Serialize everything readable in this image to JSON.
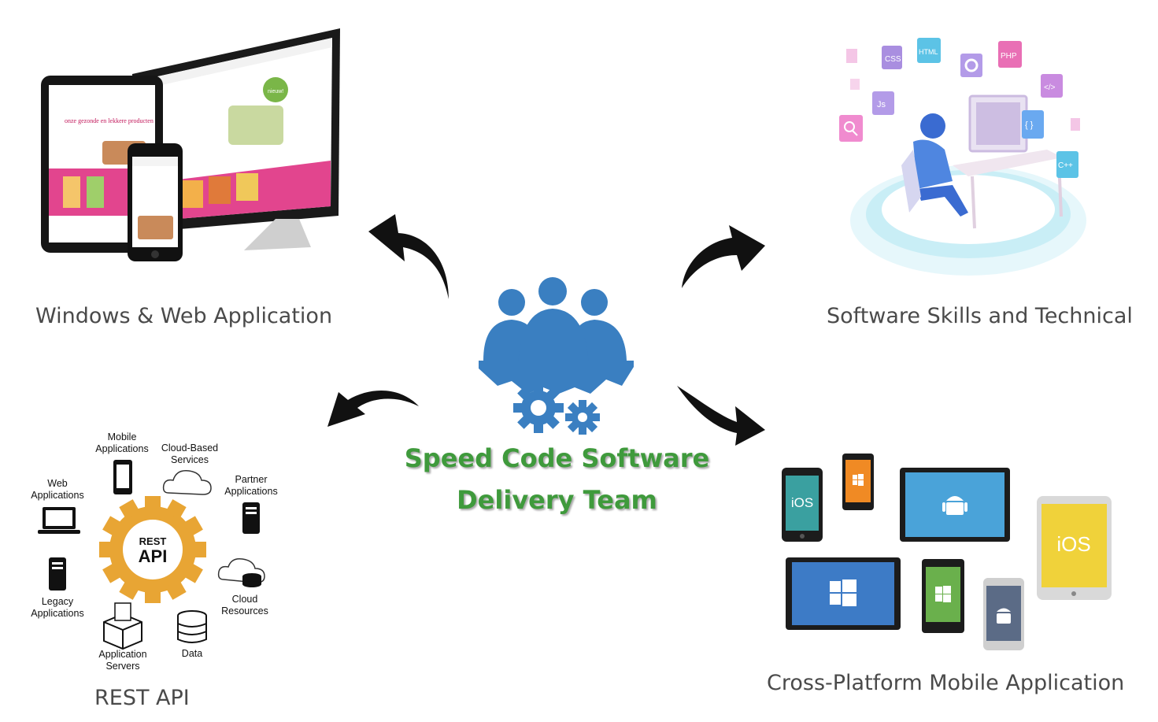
{
  "center": {
    "title_line1": "Speed Code Software",
    "title_line2": "Delivery Team"
  },
  "captions": {
    "top_left": "Windows & Web Application",
    "top_right": "Software Skills and Technical",
    "bottom_left": "REST API",
    "bottom_right": "Cross-Platform Mobile Application"
  },
  "web_app_illustration": {
    "heading": "onze gezonde en lekkere producten",
    "badge": "nieuw!"
  },
  "developer_illustration": {
    "tech_tags": [
      "CSS",
      "HTML",
      "PHP",
      "Js",
      "</>",
      "{ }",
      "C++"
    ]
  },
  "rest_api": {
    "hub_line1": "REST",
    "hub_line2": "API",
    "nodes": {
      "mobile": [
        "Mobile",
        "Applications"
      ],
      "cloud_based": [
        "Cloud-Based",
        "Services"
      ],
      "web": [
        "Web",
        "Applications"
      ],
      "partner": [
        "Partner",
        "Applications"
      ],
      "legacy": [
        "Legacy",
        "Applications"
      ],
      "cloud": [
        "Cloud",
        "Resources"
      ],
      "app_servers": [
        "Application",
        "Servers"
      ],
      "data": [
        "Data"
      ]
    }
  },
  "mobile_devices": {
    "ios_phone": "iOS",
    "ios_tablet": "iOS"
  },
  "colors": {
    "team_icon": "#3a7fc1",
    "title_green": "#3f9a3c",
    "gear_orange": "#e8a534",
    "arrow": "#111111",
    "ios_teal": "#3aa0a0",
    "windows_orange": "#f08a24",
    "android_blue": "#4aa3d9",
    "windows_blue": "#3d7bc6",
    "windows_green": "#6ab04c",
    "android_grey": "#5b6b86",
    "ios_yellow": "#f0d23a"
  }
}
